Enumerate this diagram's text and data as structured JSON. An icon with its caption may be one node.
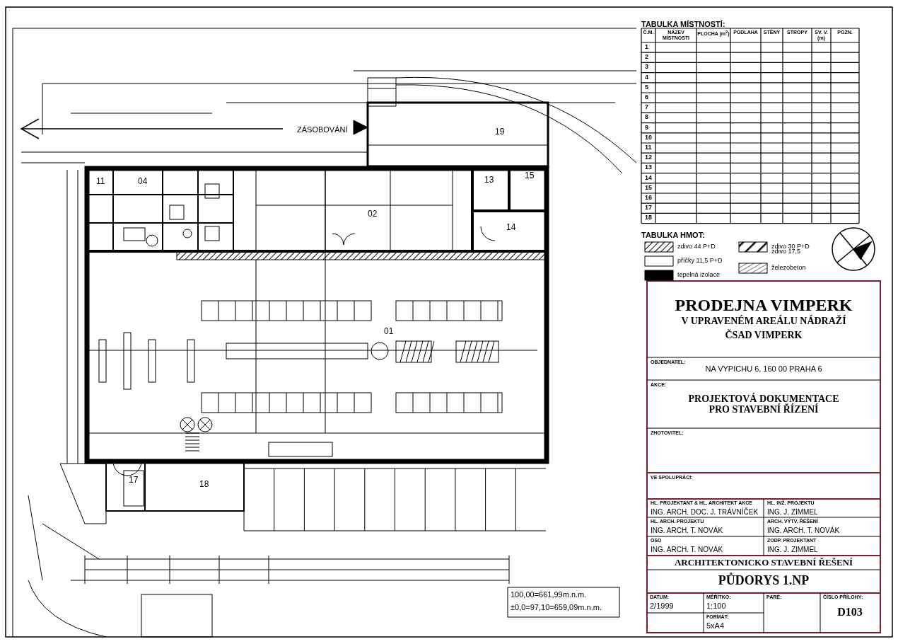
{
  "diagram": {
    "title": "PRODEJNA VIMPERK",
    "labels": [
      "TABULKA MÍSTNOSTÍ:",
      "Č.M.",
      "NÁZEV MÍSTNOSTI",
      "PLOCHA (m$^{2}$)",
      "PODLAHA",
      "STĚNY",
      "STROPY",
      "SV. V. (m)",
      "POZN.",
      "1",
      "2",
      "3",
      "4",
      "5",
      "6",
      "7",
      "8",
      "9",
      "10",
      "11",
      "12",
      "13",
      "14",
      "15",
      "16",
      "17",
      "18",
      "TABULKA HMOT:",
      "ZÁSOBOVÁNÍ",
      "19",
      "11",
      "04",
      "13",
      "15",
      "02",
      "14",
      "01",
      "17",
      "18",
      "100,00=661,99m.n.m.",
      "±0,0=97,10=659,09m.n.m.",
      "V UPRAVENÉM AREÁLU NÁDRAŽÍ",
      "ČSAD VIMPERK",
      "OBJEDNATEL:",
      "NA VYPICHU 6, 160 00 PRAHA 6",
      "AKCE:",
      "PROJEKTOVÁ DOKUMENTACE PRO STAVEBNÍ ŘÍZENÍ",
      "ZHOTOVITEL:",
      "VE SPOLUPRÁCI:",
      "HL. PROJEKTANT & HL. ARCHITEKT AKCE",
      "ING. ARCH. DOC. J. TRÁVNÍČEK",
      "HL. INŽ. PROJEKTU",
      "ING. J. ZIMMEL",
      "HL. ARCH. PROJEKTU",
      "ING. ARCH. T. NOVÁK",
      "ARCH. VÝTV. ŘEŠENÍ",
      "ING. ARCH. T. NOVÁK",
      "OSO",
      "ING. ARCH. T. NOVÁK",
      "ZODP. PROJEKTANT",
      "ING. J. ZIMMEL",
      "ARCHITEKTONICKO STAVEBNÍ ŘEŠENÍ",
      "PŮDORYS 1.NP",
      "DATUM:",
      "2/1999",
      "MĚŘÍTKO:",
      "1:100",
      "PARÉ:",
      "ČÍSLO PŘÍLOHY:",
      "D103",
      "FORMÁT:",
      "5xA4"
    ],
    "legend": [
      {
        "text": "zdivo 44 P+D"
      },
      {
        "text": "příčky 11,5 P+D",
        "color": "#ffffff"
      },
      {
        "text": "tepelná izolace",
        "color": "#000000"
      },
      {
        "text": "zdivo 30 P+D"
      },
      {
        "text": "zdivo 17,5"
      },
      {
        "text": "železobeton"
      }
    ]
  }
}
